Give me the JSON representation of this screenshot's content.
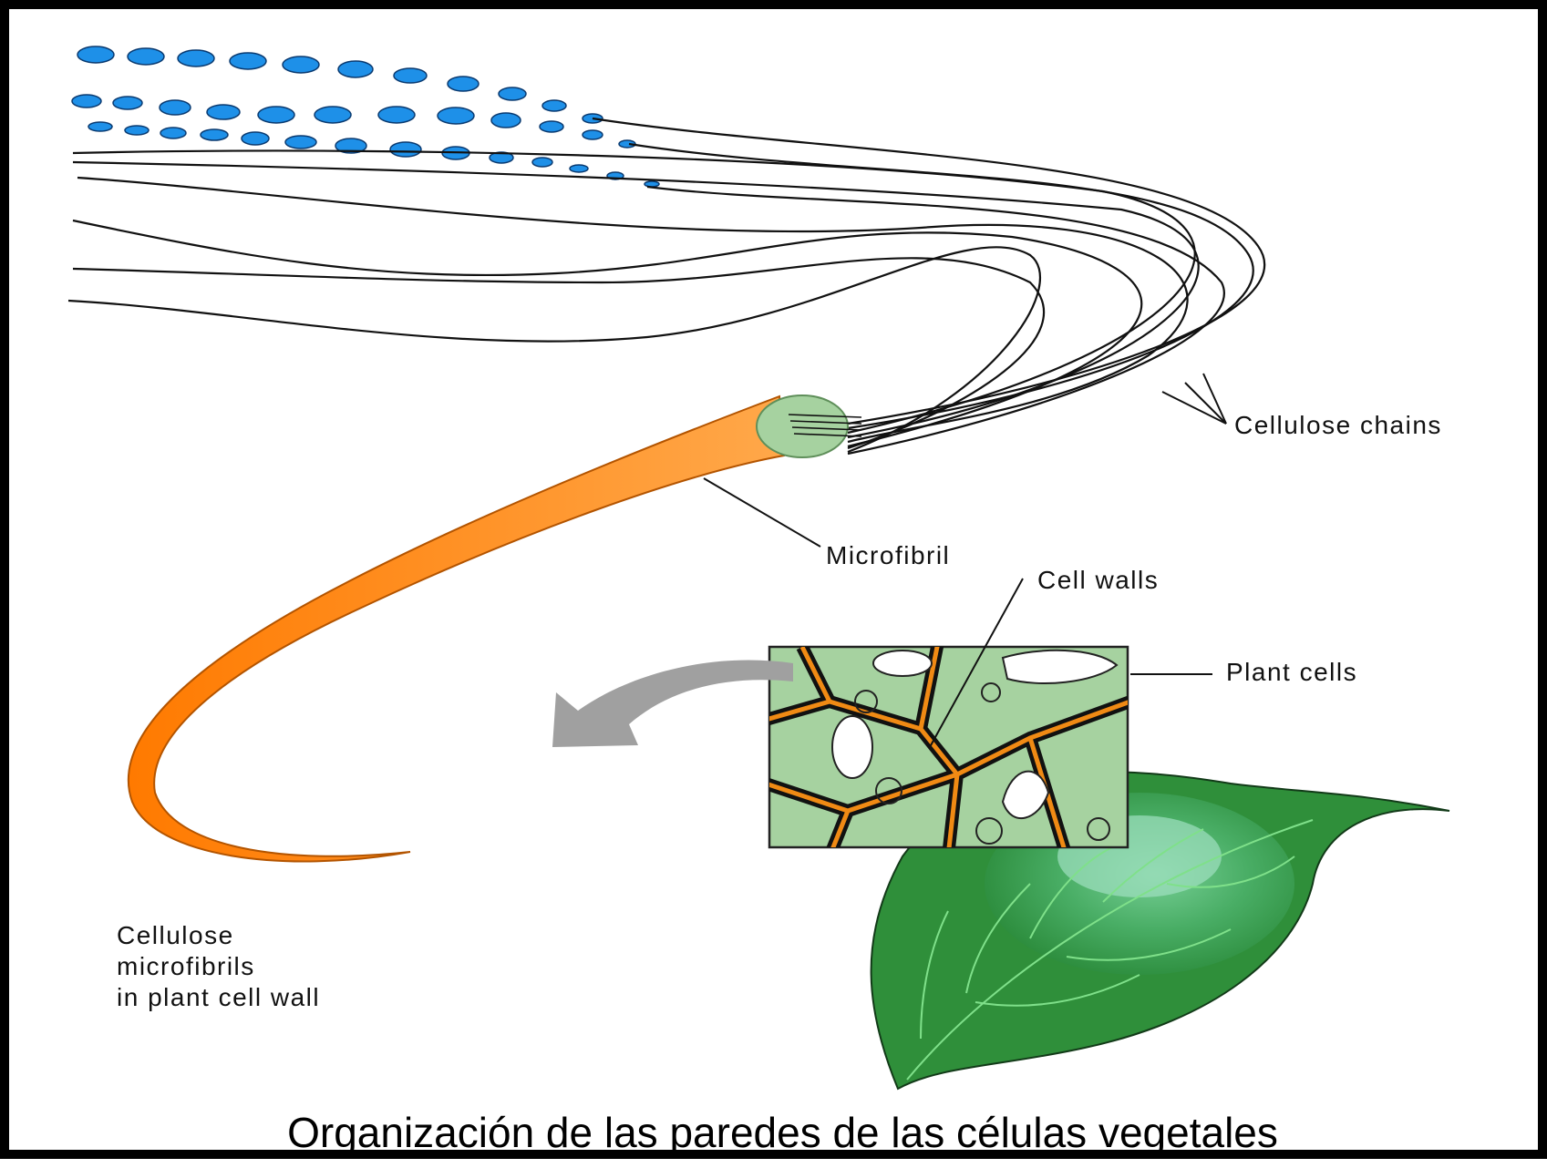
{
  "labels": {
    "cellulose_chains": "Cellulose chains",
    "microfibril": "Microfibril",
    "cell_walls": "Cell walls",
    "plant_cells": "Plant cells",
    "cellulose_microfibrils_line1": "Cellulose",
    "cellulose_microfibrils_line2": "microfibrils",
    "cellulose_microfibrils_line3": "in plant cell wall"
  },
  "caption": "Organización de las paredes de las células vegetales",
  "colors": {
    "glucose_units": "#1e90e8",
    "microfibril": "#ff8a1e",
    "plant_cell_green": "#a6d2a0",
    "cell_wall_orange": "#f08a14",
    "leaf_dark": "#2f8f3a",
    "leaf_light": "#5fc07a",
    "arrow_gray": "#a0a0a0"
  },
  "icons": {
    "arrow": "curved-arrow-icon"
  }
}
